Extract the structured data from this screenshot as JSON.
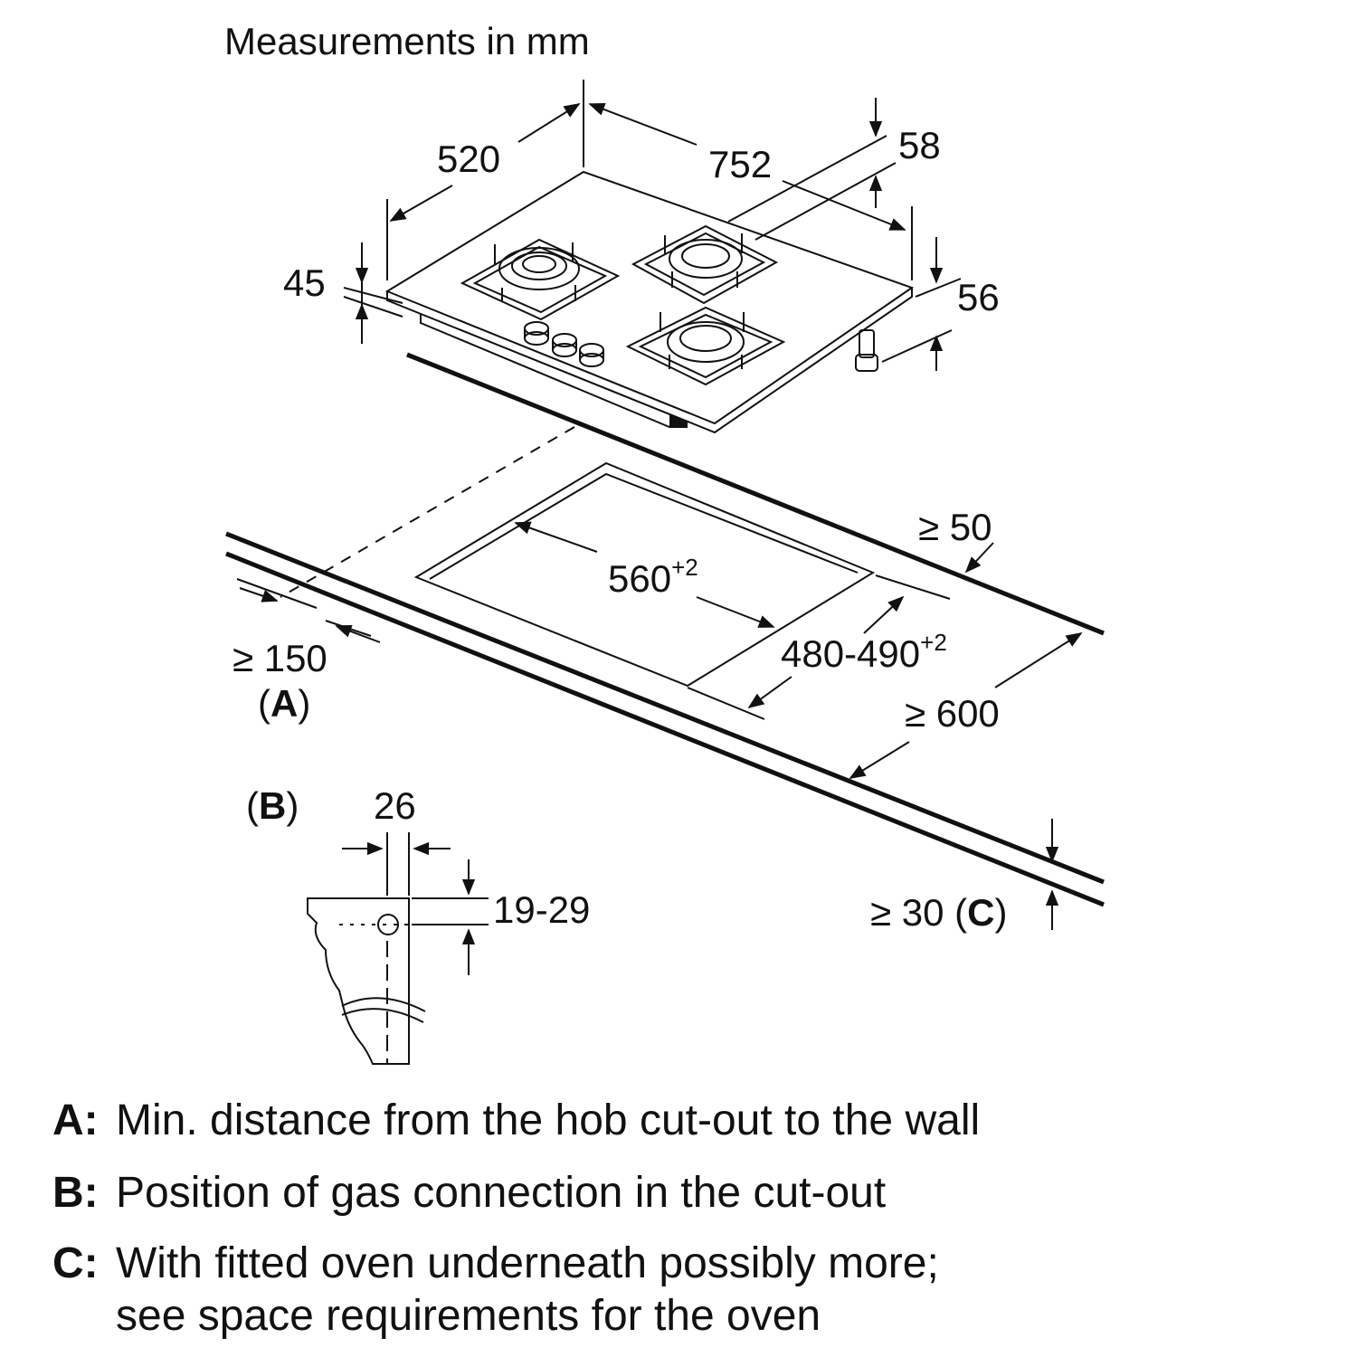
{
  "header": {
    "title": "Measurements in mm"
  },
  "dimensions": {
    "depth": "520",
    "width": "752",
    "top_offset": "58",
    "side_offset": "56",
    "height": "45",
    "cutout_width": "560",
    "cutout_width_tol": "+2",
    "cutout_depth": "480-490",
    "cutout_depth_tol": "+2",
    "min_rear": "≥ 50",
    "min_wall": "≥ 150",
    "min_counter": "≥ 600",
    "min_thickness": "≥ 30",
    "gas_width": "26",
    "gas_height": "19-29"
  },
  "markers": {
    "a": "(A)",
    "a_letter": "A",
    "b_letter": "B",
    "c_letter": "C",
    "open": "(",
    "close": ")",
    "c_prefix": "≥ 30 ("
  },
  "legend": [
    {
      "key": "A:",
      "text": "Min. distance from the hob cut-out to the wall"
    },
    {
      "key": "B:",
      "text": "Position of gas connection in the cut-out"
    },
    {
      "key": "C:",
      "text": "With fitted oven underneath possibly more;",
      "cont": "see space requirements for the oven"
    }
  ]
}
